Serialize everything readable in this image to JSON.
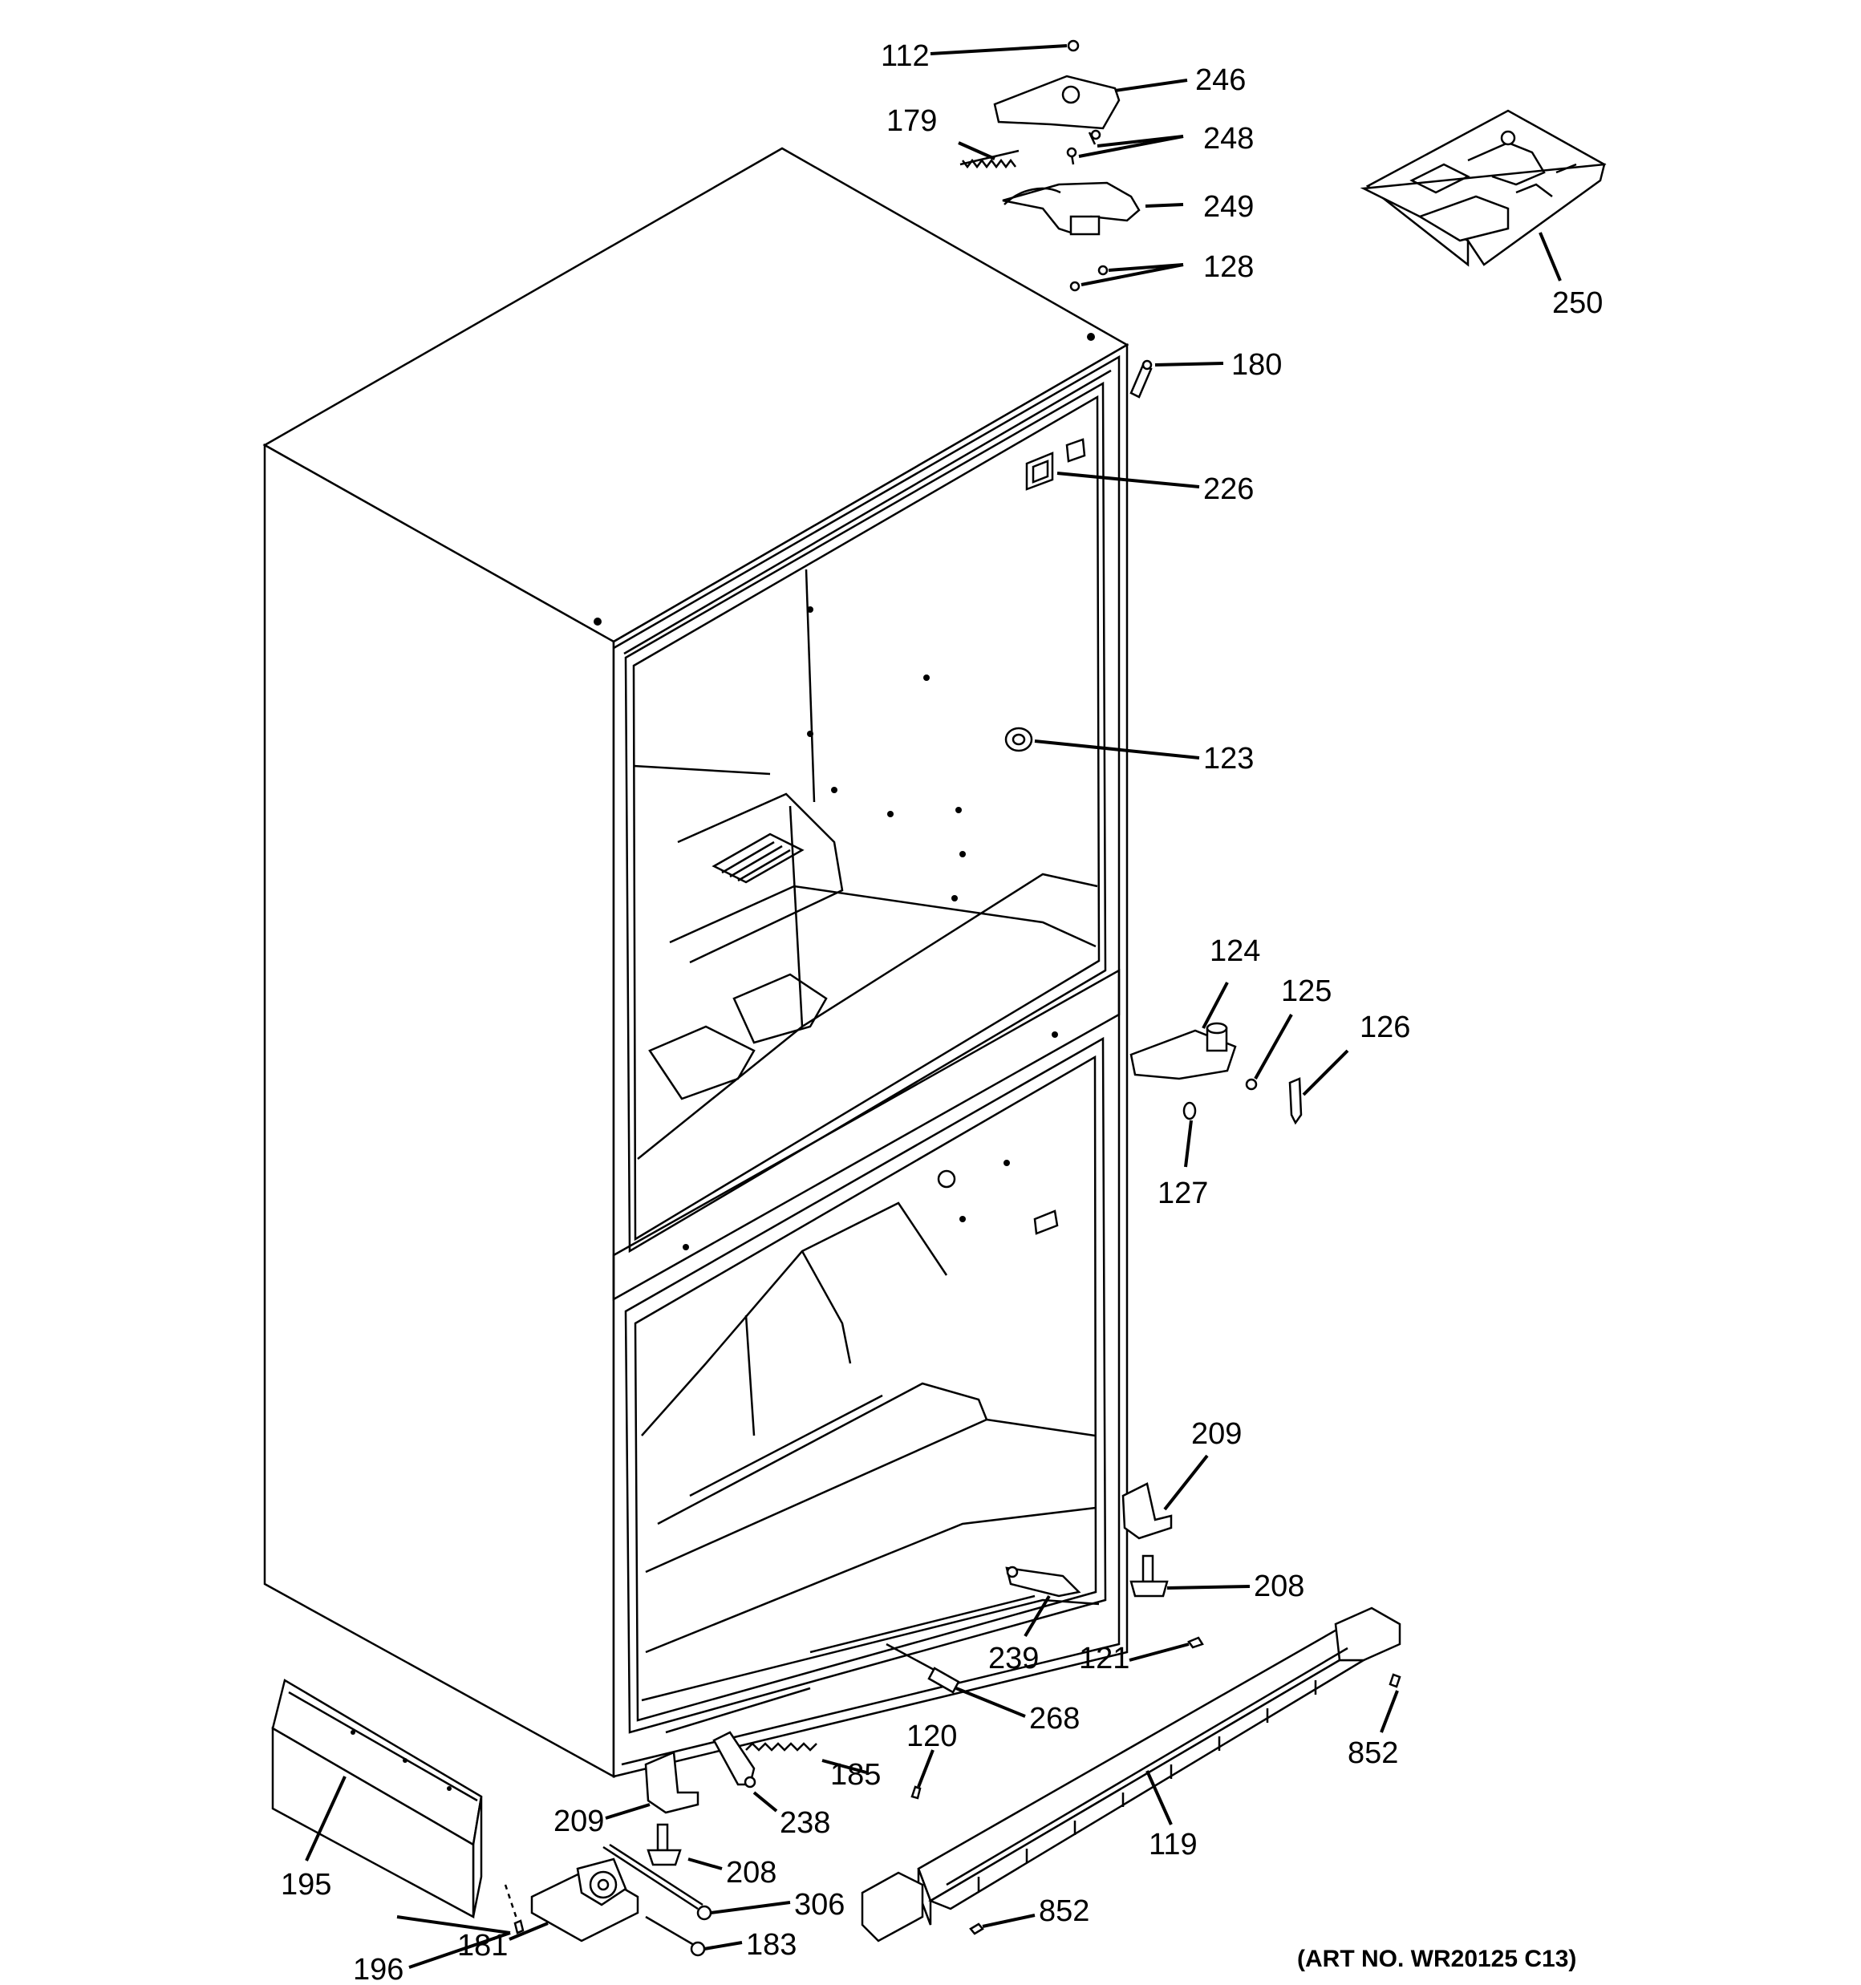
{
  "art_number": "(ART NO. WR20125 C13)",
  "callouts": [
    {
      "id": "112",
      "label": "112"
    },
    {
      "id": "246",
      "label": "246"
    },
    {
      "id": "179",
      "label": "179"
    },
    {
      "id": "248",
      "label": "248"
    },
    {
      "id": "249",
      "label": "249"
    },
    {
      "id": "128",
      "label": "128"
    },
    {
      "id": "250",
      "label": "250"
    },
    {
      "id": "180",
      "label": "180"
    },
    {
      "id": "226",
      "label": "226"
    },
    {
      "id": "123",
      "label": "123"
    },
    {
      "id": "124",
      "label": "124"
    },
    {
      "id": "125",
      "label": "125"
    },
    {
      "id": "126",
      "label": "126"
    },
    {
      "id": "127",
      "label": "127"
    },
    {
      "id": "209a",
      "label": "209"
    },
    {
      "id": "208a",
      "label": "208"
    },
    {
      "id": "239",
      "label": "239"
    },
    {
      "id": "121",
      "label": "121"
    },
    {
      "id": "268",
      "label": "268"
    },
    {
      "id": "852a",
      "label": "852"
    },
    {
      "id": "120",
      "label": "120"
    },
    {
      "id": "185",
      "label": "185"
    },
    {
      "id": "238",
      "label": "238"
    },
    {
      "id": "209b",
      "label": "209"
    },
    {
      "id": "195",
      "label": "195"
    },
    {
      "id": "119",
      "label": "119"
    },
    {
      "id": "208b",
      "label": "208"
    },
    {
      "id": "306",
      "label": "306"
    },
    {
      "id": "196",
      "label": "196"
    },
    {
      "id": "181",
      "label": "181"
    },
    {
      "id": "183",
      "label": "183"
    },
    {
      "id": "852b",
      "label": "852"
    }
  ]
}
